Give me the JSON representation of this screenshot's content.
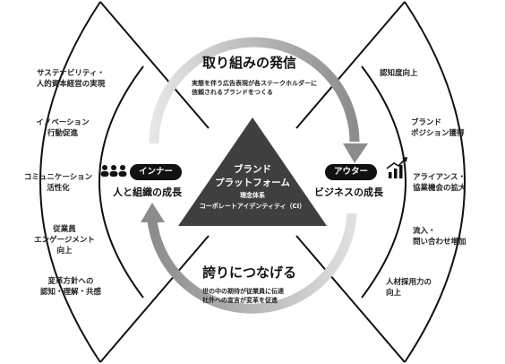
{
  "top": {
    "title": "取り組みの発信",
    "desc_lines": [
      "実態を伴う広告表現が各ステークホルダーに",
      "信頼されるブランドをつくる"
    ]
  },
  "bottom": {
    "title": "誇りにつなげる",
    "desc_lines": [
      "世の中の期待が従業員に伝達",
      "社外への宣言が変革を促進"
    ]
  },
  "center": {
    "title_lines": [
      "ブランド",
      "プラットフォーム"
    ],
    "sub_lines": [
      "理念体系",
      "コーポレートアイデンティティ（CI）"
    ]
  },
  "inner": {
    "pill": "インナー",
    "label": "人と組織の成長",
    "icon": "people-icon",
    "items": [
      "サステナビリティ・\n人的資本経営の実現",
      "イノベーション\n行動促進",
      "コミュニケーション\n活性化",
      "従業員\nエンゲージメント\n向上",
      "変革方針への\n認知・理解・共感"
    ]
  },
  "outer": {
    "pill": "アウター",
    "label": "ビジネスの成長",
    "icon": "growth-chart-icon",
    "items": [
      "認知度向上",
      "ブランド\nポジション獲得",
      "アライアンス・\n協業機会の拡大",
      "流入・\n問い合わせ増加",
      "人材採用力の\n向上"
    ]
  }
}
